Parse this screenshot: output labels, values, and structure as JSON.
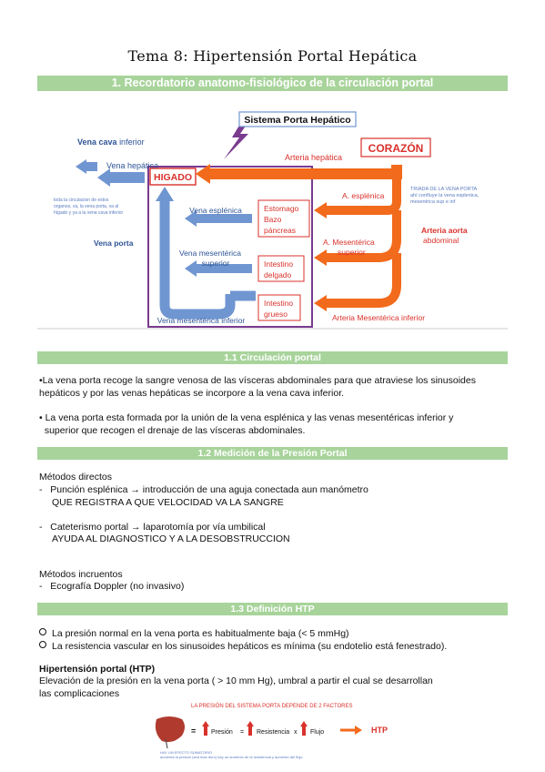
{
  "title": "Tema 8: Hipertensión Portal Hepática",
  "section1": {
    "heading": "1. Recordatorio anatomo-fisiológico de la circulación portal",
    "diagram": {
      "sistema_porta": "Sistema Porta Hepático",
      "vena_cava": "Vena cava",
      "vena_cava_inferior": "inferior",
      "vena_hepatica": "Vena hepática",
      "higado": "HIGADO",
      "arteria_hepatica": "Arteria hepática",
      "corazon": "CORAZÓN",
      "note_left": [
        "toda la circulacion de estos",
        "organos, va, la vena porta, va al",
        "hígado y ya a la vena cava inferior"
      ],
      "triada": [
        "TRIADA DE LA VENA PORTA",
        "ahí confluye la vena esplenica,",
        "mesentrica sup e inf"
      ],
      "vena_esplenica": "Vena esplénica",
      "a_esplenica": "A. esplénica",
      "estomago": [
        "Estomago",
        "Bazo",
        "páncreas"
      ],
      "arteria_aorta": [
        "Arteria aorta",
        "abdominal"
      ],
      "vena_porta": "Vena porta",
      "vena_mes_sup": [
        "Vena mesentérica",
        "superior"
      ],
      "a_mes_sup": [
        "A. Mesentérica",
        "superior"
      ],
      "intestino_delgado": [
        "Intestino",
        "delgado"
      ],
      "intestino_grueso": [
        "Intestino",
        "grueso"
      ],
      "vena_mes_inf": "Vena mesentérica inferior",
      "arteria_mes_inf": "Arteria Mesentérica inferior"
    }
  },
  "section11": {
    "heading": "1.1 Circulación portal",
    "p1": [
      "•La vena porta recoge la sangre venosa de las vísceras abdominales para que atraviese los sinusoides",
      "hepáticos y por las venas hepáticas se incorpore a la vena cava inferior."
    ],
    "p2": [
      "• La vena porta esta formada por la unión de la vena esplénica y las venas mesentéricas inferior y",
      "  superior que recogen el drenaje de las vísceras abdominales."
    ]
  },
  "section12": {
    "heading": "1.2 Medición de la Presión Portal",
    "directos": "Métodos directos",
    "d1": "-   Punción esplénica → introducción de una aguja conectada aun manómetro",
    "d1b": "QUE REGISTRA A QUE VELOCIDAD VA LA SANGRE",
    "d2": "-   Cateterismo portal → laparotomía por vía umbilical",
    "d2b": "AYUDA AL DIAGNOSTICO Y A LA DESOBSTRUCCION",
    "incruentos": "Métodos incruentos",
    "i1": "-   Ecografía Doppler (no invasivo)"
  },
  "section13": {
    "heading": "1.3 Definición HTP",
    "b1": "La presión normal en la vena porta es habitualmente baja (< 5 mmHg)",
    "b2": "La resistencia vascular en los sinusoides hepáticos es mínima (su endotelio está fenestrado).",
    "htp_title": "Hipertensión portal (HTP)",
    "htp_text": [
      "Elevación de la presión en la vena porta ( > 10 mm Hg), umbral a partir el cual se desarrollan",
      "las complicaciones"
    ],
    "fig": {
      "header": "LA PRESIÓN DEL SISTEMA PORTA DEPENDE DE 2 FACTORES",
      "presion": "Presión",
      "eq": "=",
      "resistencia": "Resistencia",
      "x": "x",
      "flujo": "Flujo",
      "htp": "HTP",
      "foot1": "HAY UN EFECTO SUMATORIO",
      "foot2": "aumenta la presión (sea mas duro) hay un aumento de la resistencia y aumento del flujo"
    }
  },
  "colors": {
    "accent_green": "#a8d49b",
    "vein_blue": "#7096d1",
    "artery_orange": "#f26a1b",
    "box_purple": "#7a3b8f",
    "red_label": "#d9312b"
  }
}
